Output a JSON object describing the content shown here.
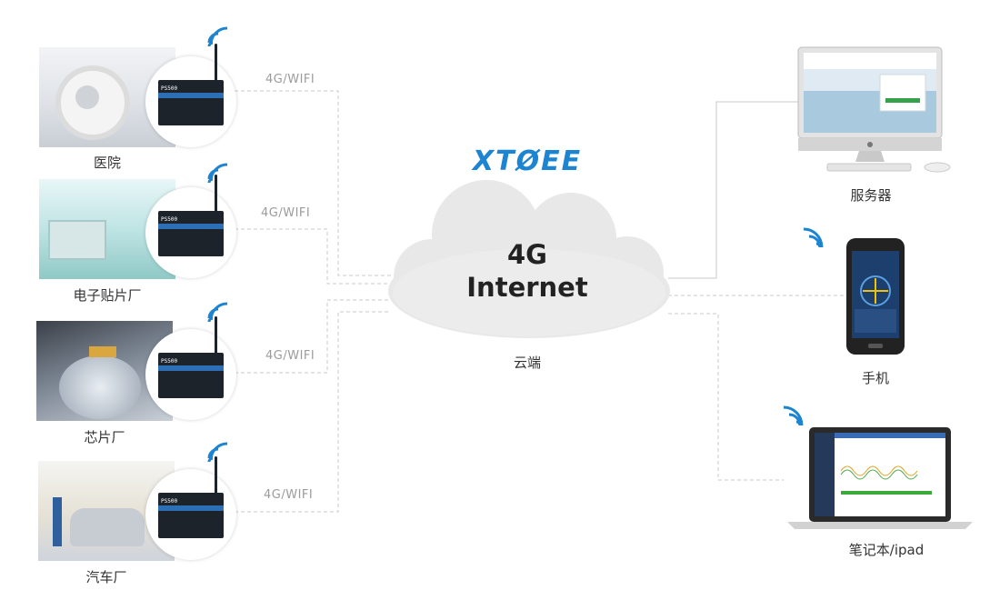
{
  "brand": "XTØEE",
  "cloud": {
    "line1": "4G",
    "line2": "Internet",
    "label": "云端"
  },
  "sites": [
    {
      "label": "医院",
      "link": "4G/WIFI"
    },
    {
      "label": "电子贴片厂",
      "link": "4G/WIFI"
    },
    {
      "label": "芯片厂",
      "link": "4G/WIFI"
    },
    {
      "label": "汽车厂",
      "link": "4G/WIFI"
    }
  ],
  "device_tag": "PS500",
  "clients": [
    {
      "label": "服务器",
      "icon": "desktop-computer-icon"
    },
    {
      "label": "手机",
      "icon": "smartphone-icon"
    },
    {
      "label": "笔记本/ipad",
      "icon": "laptop-icon"
    }
  ],
  "colors": {
    "brand": "#1d84d2",
    "wifi": "#1d84d2",
    "line": "#c8c8c8",
    "cloud": "#e6e6e6"
  }
}
